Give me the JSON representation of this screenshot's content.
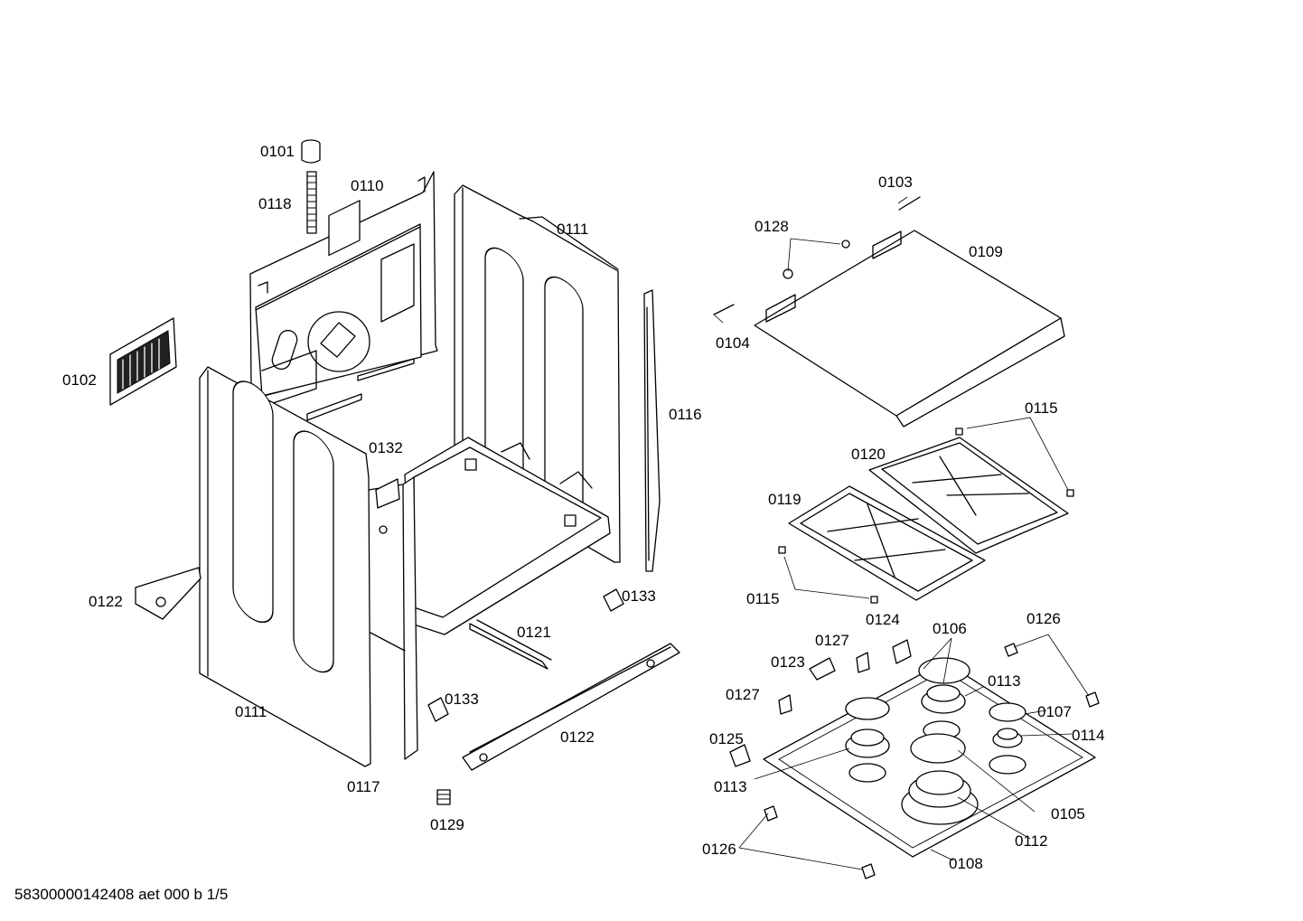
{
  "document_id": "58300000142408 aet 000 b 1/5",
  "part_labels": {
    "p0101": "0101",
    "p0118": "0118",
    "p0110": "0110",
    "p0111_top": "0111",
    "p0102": "0102",
    "p0116": "0116",
    "p0132": "0132",
    "p0122_left": "0122",
    "p0133_right": "0133",
    "p0121": "0121",
    "p0111_bottom": "0111",
    "p0133_left": "0133",
    "p0122_bottom": "0122",
    "p0117": "0117",
    "p0129": "0129",
    "p0103": "0103",
    "p0128": "0128",
    "p0109": "0109",
    "p0104": "0104",
    "p0115_top": "0115",
    "p0120": "0120",
    "p0119": "0119",
    "p0115_bottom": "0115",
    "p0124": "0124",
    "p0106": "0106",
    "p0126_top": "0126",
    "p0127_top": "0127",
    "p0123": "0123",
    "p0113_top": "0113",
    "p0127_bottom": "0127",
    "p0107": "0107",
    "p0114": "0114",
    "p0125": "0125",
    "p0113_bottom": "0113",
    "p0105": "0105",
    "p0112": "0112",
    "p0126_bottom": "0126",
    "p0108": "0108"
  }
}
